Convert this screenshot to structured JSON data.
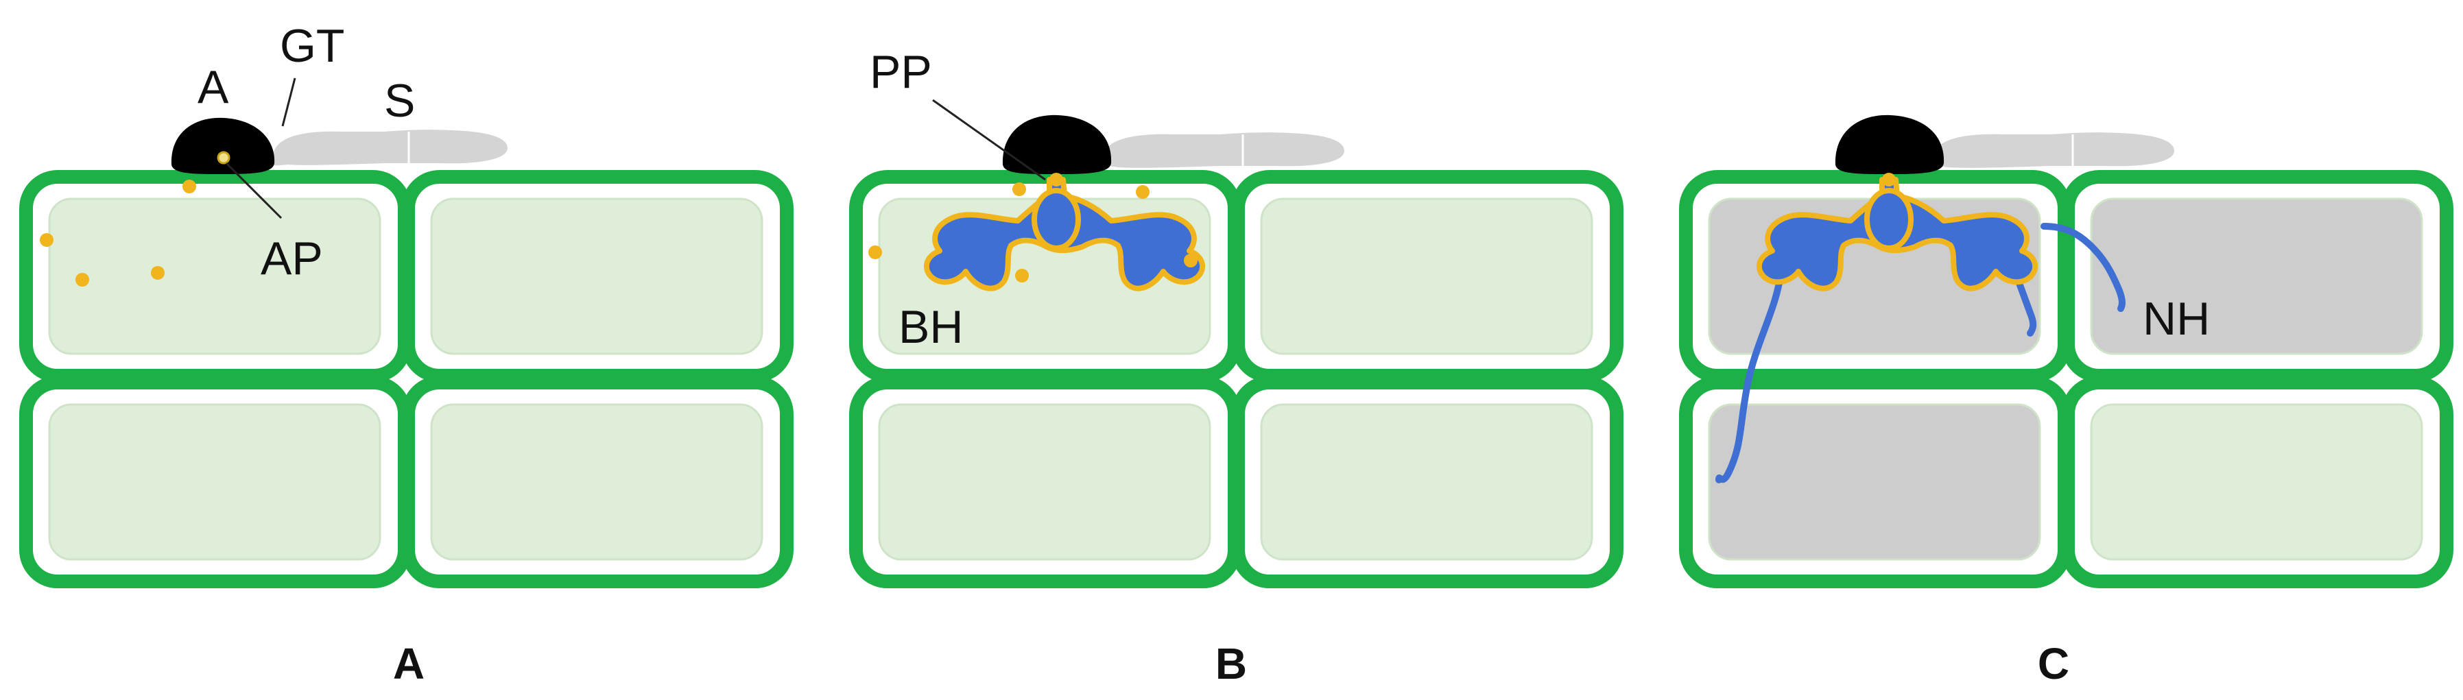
{
  "colors": {
    "cell_wall": "#1db047",
    "cytoplasm_living": "#dfeed8",
    "cytoplasm_dead": "#cdcdcd",
    "appressorium": "#000000",
    "spore": "#d4d4d4",
    "hypha": "#3f6fd2",
    "papilla_spots": "#f0b51c"
  },
  "panels": [
    {
      "id": "A",
      "caption": "A",
      "labels": {
        "appressorium": "A",
        "germ_tube": "GT",
        "spore": "S",
        "penetration_peg": "AP"
      }
    },
    {
      "id": "B",
      "caption": "B",
      "labels": {
        "penetration_peg": "PP",
        "biotrophic_hypha": "BH"
      }
    },
    {
      "id": "C",
      "caption": "C",
      "labels": {
        "necrotrophic_hypha": "NH"
      }
    }
  ]
}
